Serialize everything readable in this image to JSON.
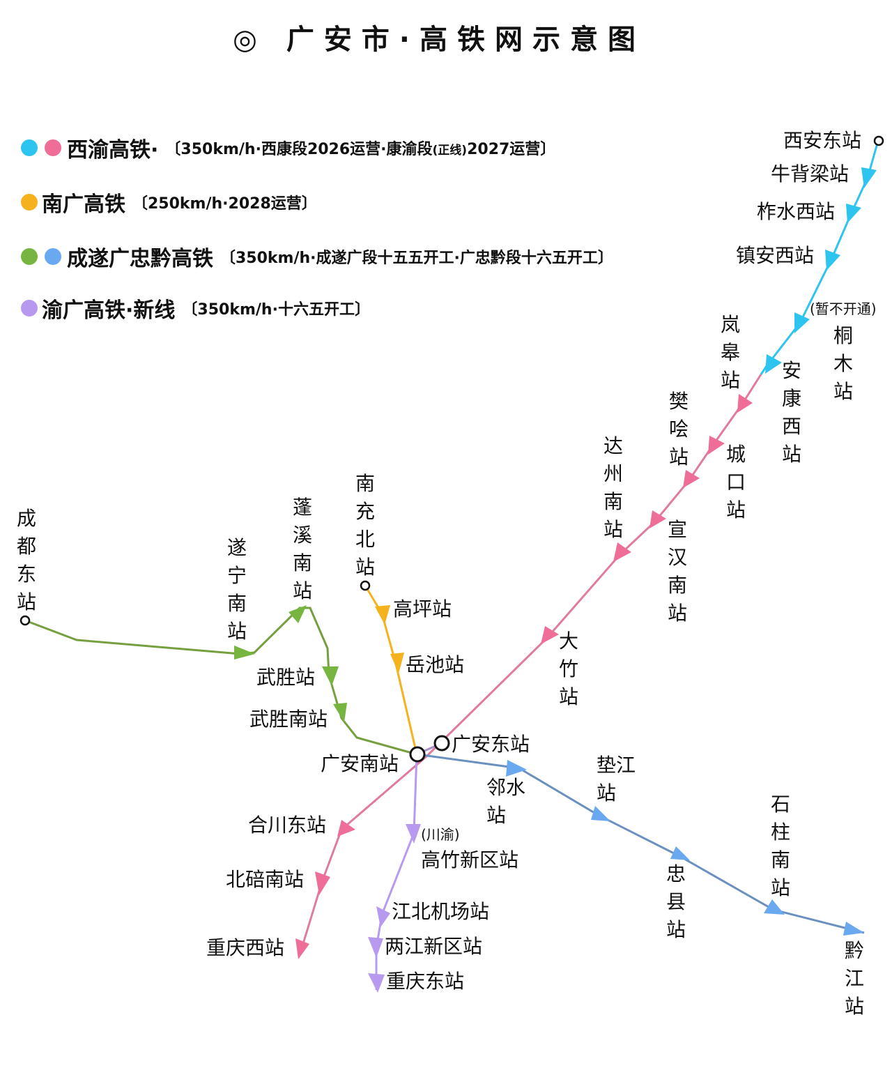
{
  "title": "◎ 广安市·高铁网示意图",
  "colors": {
    "xiyu_north": "#2ec4f0",
    "xiyu_south": "#ee6e98",
    "nanguang": "#f5b21c",
    "chengsui": "#76b640",
    "guangzhongqian": "#6aa8f0",
    "yuguang": "#b79af0"
  },
  "legend": [
    {
      "name": "西渝高铁·",
      "note": "〔350km/h·西康段2026运营·康渝段",
      "note_small": "(正线)",
      "note_tail": "2027运营〕",
      "dots": [
        "#2ec4f0",
        "#ee6e98"
      ]
    },
    {
      "name": "南广高铁",
      "note": "〔250km/h·2028运营〕",
      "note_small": "",
      "note_tail": "",
      "dots": [
        "#f5b21c"
      ]
    },
    {
      "name": "成遂广忠黔高铁",
      "note": "〔350km/h·成遂广段十五五开工·广忠黔段十六五开工〕",
      "note_small": "",
      "note_tail": "",
      "dots": [
        "#76b640",
        "#6aa8f0"
      ]
    },
    {
      "name": "渝广高铁·新线",
      "note": "〔350km/h·十六五开工〕",
      "note_small": "",
      "note_tail": "",
      "dots": [
        "#b79af0"
      ]
    }
  ],
  "lines": {
    "xiyu": {
      "name": "西渝高铁",
      "stations": [
        "西安东站",
        "牛背梁站",
        "柞水西站",
        "镇安西站",
        "桐木站",
        "安康西站",
        "岚皋站",
        "城口站",
        "樊哙站",
        "宣汉南站",
        "达州南站",
        "大竹站",
        "广安东站",
        "合川东站",
        "北碚南站",
        "重庆西站"
      ],
      "notes": {
        "tongmu": "(暂不开通)"
      }
    },
    "nanguang": {
      "name": "南广高铁",
      "stations": [
        "南充北站",
        "高坪站",
        "岳池站",
        "广安南站"
      ]
    },
    "chengsui": {
      "name": "成遂广段",
      "stations": [
        "成都东站",
        "遂宁南站",
        "蓬溪南站",
        "武胜站",
        "武胜南站",
        "广安南站"
      ]
    },
    "guangzhongqian": {
      "name": "广忠黔段",
      "stations": [
        "广安南站",
        "邻水站",
        "垫江站",
        "忠县站",
        "石柱南站",
        "黔江站"
      ]
    },
    "yuguang": {
      "name": "渝广高铁·新线",
      "stations": [
        "广安南站",
        "高竹新区站",
        "江北机场站",
        "两江新区站",
        "重庆东站"
      ],
      "notes": {
        "gaozhu": "(川渝)"
      }
    }
  },
  "labels": {
    "xianDong": "西安东站",
    "niubeiliang": "牛背梁站",
    "zhashuiXi": "柞水西站",
    "zhenanXi": "镇安西站",
    "tongmuNote": "(暂不开通)",
    "tongmu": "桐木站",
    "ankangXi": "安康西站",
    "langao": "岚皋站",
    "chengkou": "城口站",
    "fankuai": "樊哙站",
    "xuanhanNan": "宣汉南站",
    "dazhouNan": "达州南站",
    "dazhu": "大竹站",
    "guanganDong": "广安东站",
    "guanganNan": "广安南站",
    "hechuanDong": "合川东站",
    "beibeiNan": "北碚南站",
    "chongqingXi": "重庆西站",
    "nanchongBei": "南充北站",
    "gaoping": "高坪站",
    "yuechi": "岳池站",
    "chengduDong": "成都东站",
    "suiningNan": "遂宁南站",
    "pengxiNan": "蓬溪南站",
    "wusheng": "武胜站",
    "wushengNan": "武胜南站",
    "linshui": "邻水站",
    "dianjiang": "垫江站",
    "zhongxian": "忠县站",
    "shizhuNan": "石柱南站",
    "qianjiang": "黔江站",
    "gaozhuNote": "(川渝)",
    "gaozhu": "高竹新区站",
    "jiangbeiJichang": "江北机场站",
    "liangjiangXinqu": "两江新区站",
    "chongqingDong": "重庆东站"
  }
}
